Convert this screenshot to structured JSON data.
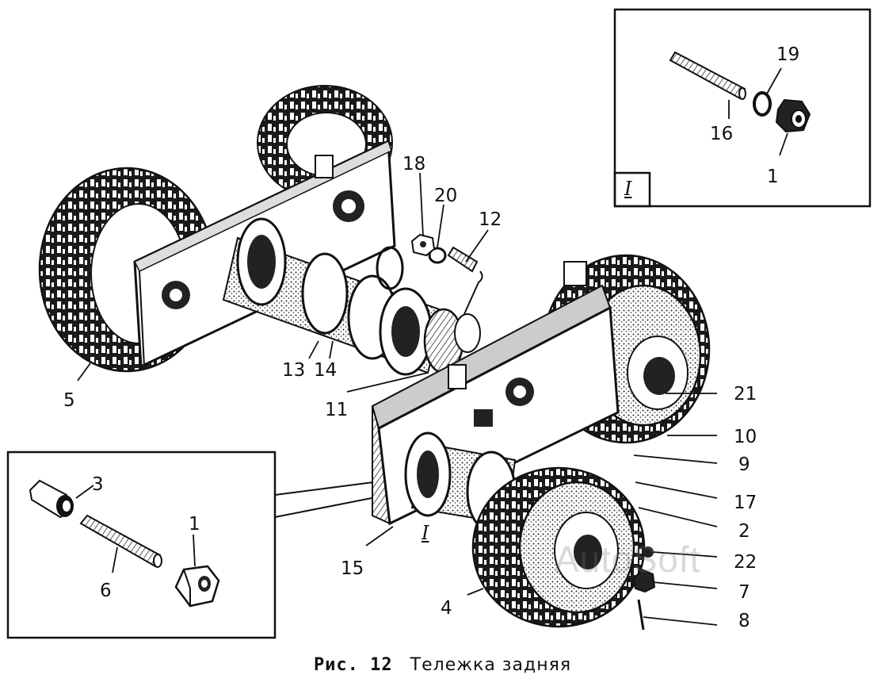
{
  "figure": {
    "fig_number": "Рис. 12",
    "title": "Тележка задняя"
  },
  "watermark": "AutoSoft",
  "inset_top": {
    "tag": "I"
  },
  "main_tag": "I",
  "labels": {
    "l1_top": "1",
    "l16": "16",
    "l19": "19",
    "l18": "18",
    "l20": "20",
    "l12": "12",
    "l5": "5",
    "l13": "13",
    "l14": "14",
    "l11": "11",
    "l21": "21",
    "l10": "10",
    "l9": "9",
    "l17": "17",
    "l2": "2",
    "l22": "22",
    "l7": "7",
    "l8": "8",
    "l4": "4",
    "l15": "15",
    "l3": "3",
    "l6": "6",
    "l1_left": "1"
  },
  "colors": {
    "ink": "#111111",
    "paper": "#ffffff"
  }
}
